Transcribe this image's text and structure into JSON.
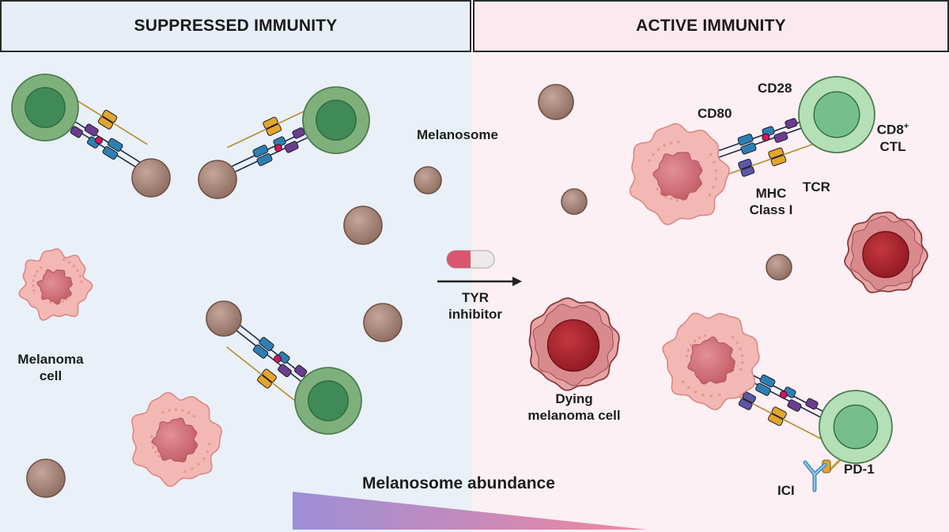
{
  "panels": {
    "left_title": "SUPPRESSED IMMUNITY",
    "right_title": "ACTIVE IMMUNITY"
  },
  "labels": {
    "melanosome": "Melanosome",
    "melanoma_cell_line1": "Melanoma",
    "melanoma_cell_line2": "cell",
    "tyr_line1": "TYR",
    "tyr_line2": "inhibitor",
    "dying_line1": "Dying",
    "dying_line2": "melanoma cell",
    "cd80": "CD80",
    "cd28": "CD28",
    "cd8_base": "CD8",
    "cd8_sup": "+",
    "ctl": "CTL",
    "mhc_line1": "MHC",
    "mhc_line2": "Class I",
    "tcr": "TCR",
    "pd1": "PD-1",
    "ici": "ICI",
    "abundance": "Melanosome abundance"
  },
  "colors": {
    "left_bg": "#e7eef8",
    "right_bg": "#fbe9ef",
    "tcell_outer": "#7fb07c",
    "tcell_inner": "#3f8a57",
    "ctl_outer": "#b5dfb7",
    "ctl_inner": "#77bf8a",
    "melanosome": "#a9877a",
    "melanoma_outer": "#f4b8b4",
    "melanoma_nucleus": "#d5747a",
    "dying_nucleus": "#a8202c",
    "tcr_blue": "#2d7fb2",
    "cd28_orange": "#e3a52b",
    "mhc_purple": "#6b3d8f",
    "cd80_violet": "#5b56a6"
  },
  "icons": [
    "t-cell-icon",
    "melanosome-icon",
    "melanoma-cell-icon",
    "dying-melanoma-cell-icon",
    "capsule-icon",
    "arrow-icon",
    "antibody-icon",
    "receptor-complex-icon",
    "gradient-wedge-icon"
  ]
}
